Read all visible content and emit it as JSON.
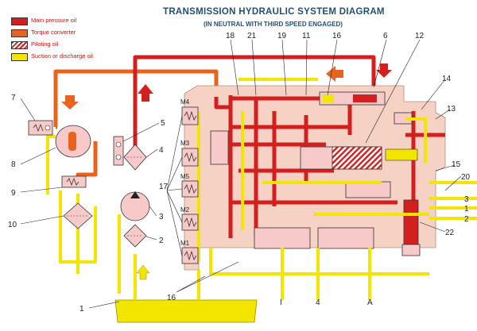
{
  "title": "TRANSMISSION HYDRAULIC SYSTEM DIAGRAM",
  "subtitle": "(IN NEUTRAL WITH THIRD SPEED ENGAGED)",
  "legend": [
    {
      "label": "Main pressure oil",
      "color": "#d41f1f",
      "pattern": "solid"
    },
    {
      "label": "Torque converter",
      "color": "#e8641e",
      "pattern": "solid"
    },
    {
      "label": "Piloting oil",
      "color": "#d41f1f",
      "pattern": "hatched"
    },
    {
      "label": "Suction or discharge oil",
      "color": "#f2e600",
      "pattern": "solid"
    }
  ],
  "colors": {
    "main_pressure": "#d41f1f",
    "torque_converter": "#e8641e",
    "suction": "#f2e600",
    "housing": "#f6d2c4",
    "component": "#f7c9c9",
    "label_text": "#1f4f7a"
  },
  "clutch_labels": [
    "M4",
    "M3",
    "M5",
    "M2",
    "M1"
  ],
  "callouts": {
    "n1_left": "1",
    "n2_left": "2",
    "n3_left": "3",
    "n4": "4",
    "n5": "5",
    "n6": "6",
    "n7": "7",
    "n8": "8",
    "n9": "9",
    "n10": "10",
    "n11": "11",
    "n12": "12",
    "n13": "13",
    "n14": "14",
    "n15": "15",
    "n16_top": "16",
    "n16_bottom": "16",
    "n17": "17",
    "n18": "18",
    "n19": "19",
    "n20": "20",
    "n21": "21",
    "n22": "22",
    "right_3": "3",
    "right_1": "1",
    "right_2": "2"
  },
  "bottom_labels": [
    "I",
    "4",
    "A"
  ],
  "icons": [
    "flow-arrow-icon",
    "pump-icon",
    "filter-icon",
    "spring-icon"
  ]
}
